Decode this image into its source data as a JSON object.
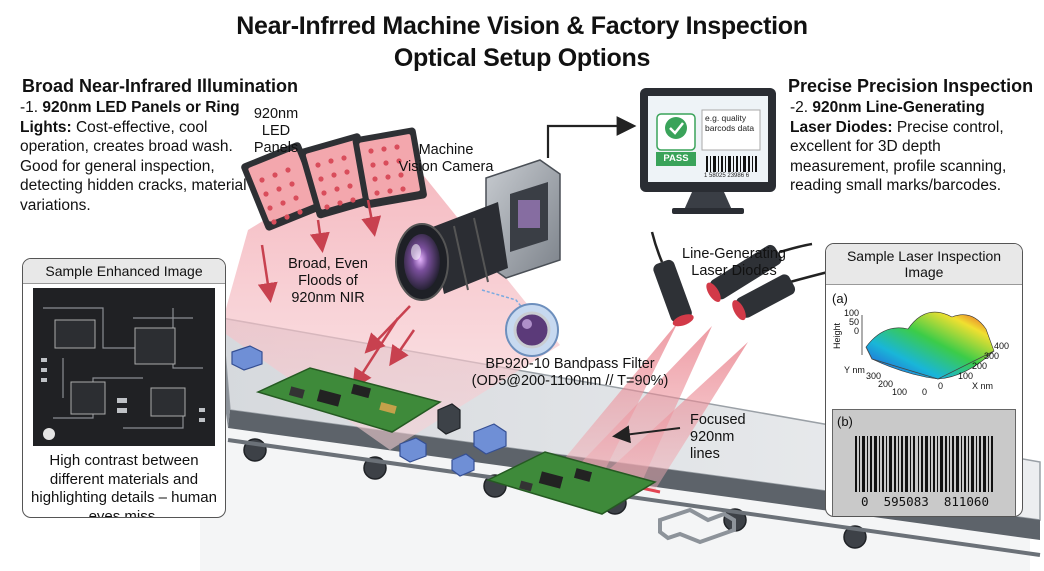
{
  "title": {
    "line1": "Near-Infrred Machine Vision & Factory Inspection",
    "line2": "Optical Setup Options"
  },
  "left": {
    "heading": "Broad Near-Infrared Illumination",
    "prefix": "-1.",
    "item_bold": "920nm LED Panels or Ring Lights:",
    "item_text": "Cost-effective, cool operation, creates broad wash. Good for general inspection, detecting hidden cracks, material variations."
  },
  "right": {
    "heading": "Precise Precision Inspection",
    "prefix": "-2.",
    "item_bold": "920nm Line-Generating Laser Diodes:",
    "item_text": "Precise control, excellent for 3D depth measurement, profile scanning, reading small marks/barcodes."
  },
  "labels": {
    "led_panels": "920nm LED Panels",
    "camera": "Machine Vision Camera",
    "floods": "Broad, Even Floods of 920nm NIR",
    "filter_line1": "BP920-10 Bandpass Filter",
    "filter_line2": "(OD5@200-1100nm // T=90%)",
    "laser_diodes": "Line-Generating Laser Diodes",
    "focused_lines": "Focused 920nm lines"
  },
  "monitor": {
    "pass_text": "PASS",
    "info_text": "e.g. quality barcods data",
    "barcode_number": "1 58025 23986 6"
  },
  "sample_left": {
    "header": "Sample Enhanced Image",
    "caption": "High contrast between different materials and highlighting details – human eyes miss."
  },
  "sample_right": {
    "header": "Sample Laser Inspection Image",
    "part_a": "(a)",
    "part_b": "(b)",
    "z_label": "Height",
    "z_ticks": [
      "100",
      "50",
      "0"
    ],
    "y_label": "Y nm",
    "y_ticks": [
      "300",
      "200",
      "100"
    ],
    "x_label": "X nm",
    "x_ticks": [
      "400",
      "300",
      "200",
      "100",
      "0"
    ],
    "origin": "0",
    "barcode_digits": "0  595083  811060"
  },
  "colors": {
    "nir_red": "#d24a58",
    "beam_pink": "#f4b8bf",
    "pcb_green": "#3e8a3a",
    "pass_green": "#3aa35a",
    "panel_header": "#e8e8e8"
  }
}
